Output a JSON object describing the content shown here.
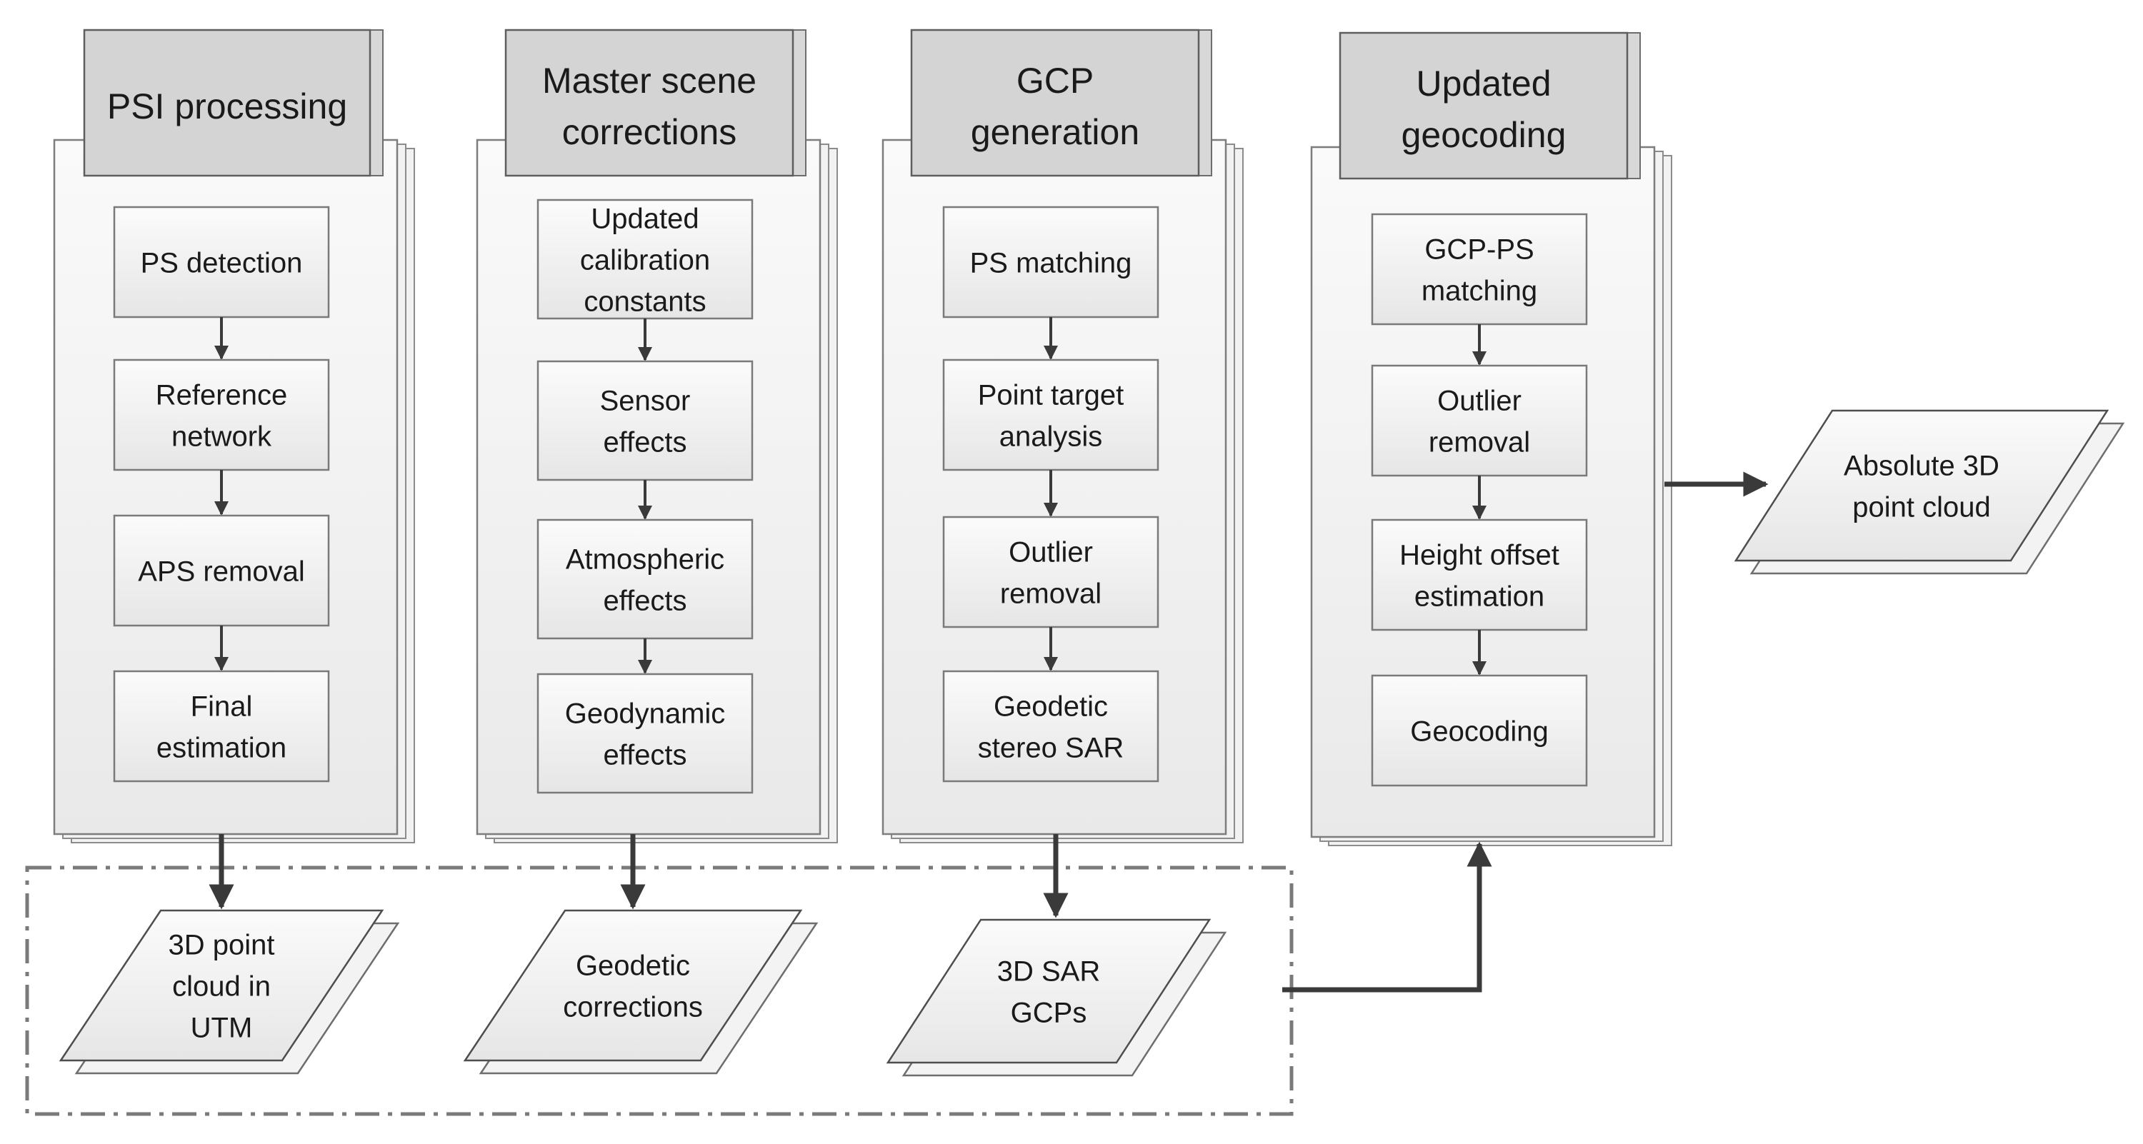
{
  "columns": [
    {
      "title": [
        "PSI processing"
      ],
      "steps": [
        [
          "PS detection"
        ],
        [
          "Reference",
          "network"
        ],
        [
          "APS removal"
        ],
        [
          "Final",
          "estimation"
        ]
      ],
      "output": [
        "3D point",
        "cloud in",
        "UTM"
      ]
    },
    {
      "title": [
        "Master scene",
        "corrections"
      ],
      "steps": [
        [
          "Updated",
          "calibration",
          "constants"
        ],
        [
          "Sensor",
          "effects"
        ],
        [
          "Atmospheric",
          "effects"
        ],
        [
          "Geodynamic",
          "effects"
        ]
      ],
      "output": [
        "Geodetic",
        "corrections"
      ]
    },
    {
      "title": [
        "GCP",
        "generation"
      ],
      "steps": [
        [
          "PS matching"
        ],
        [
          "Point target",
          "analysis"
        ],
        [
          "Outlier",
          "removal"
        ],
        [
          "Geodetic",
          "stereo SAR"
        ]
      ],
      "output": [
        "3D SAR",
        "GCPs"
      ]
    },
    {
      "title": [
        "Updated",
        "geocoding"
      ],
      "steps": [
        [
          "GCP-PS",
          "matching"
        ],
        [
          "Outlier",
          "removal"
        ],
        [
          "Height offset",
          "estimation"
        ],
        [
          "Geocoding"
        ]
      ]
    }
  ],
  "final_output": [
    "Absolute 3D",
    "point cloud"
  ]
}
